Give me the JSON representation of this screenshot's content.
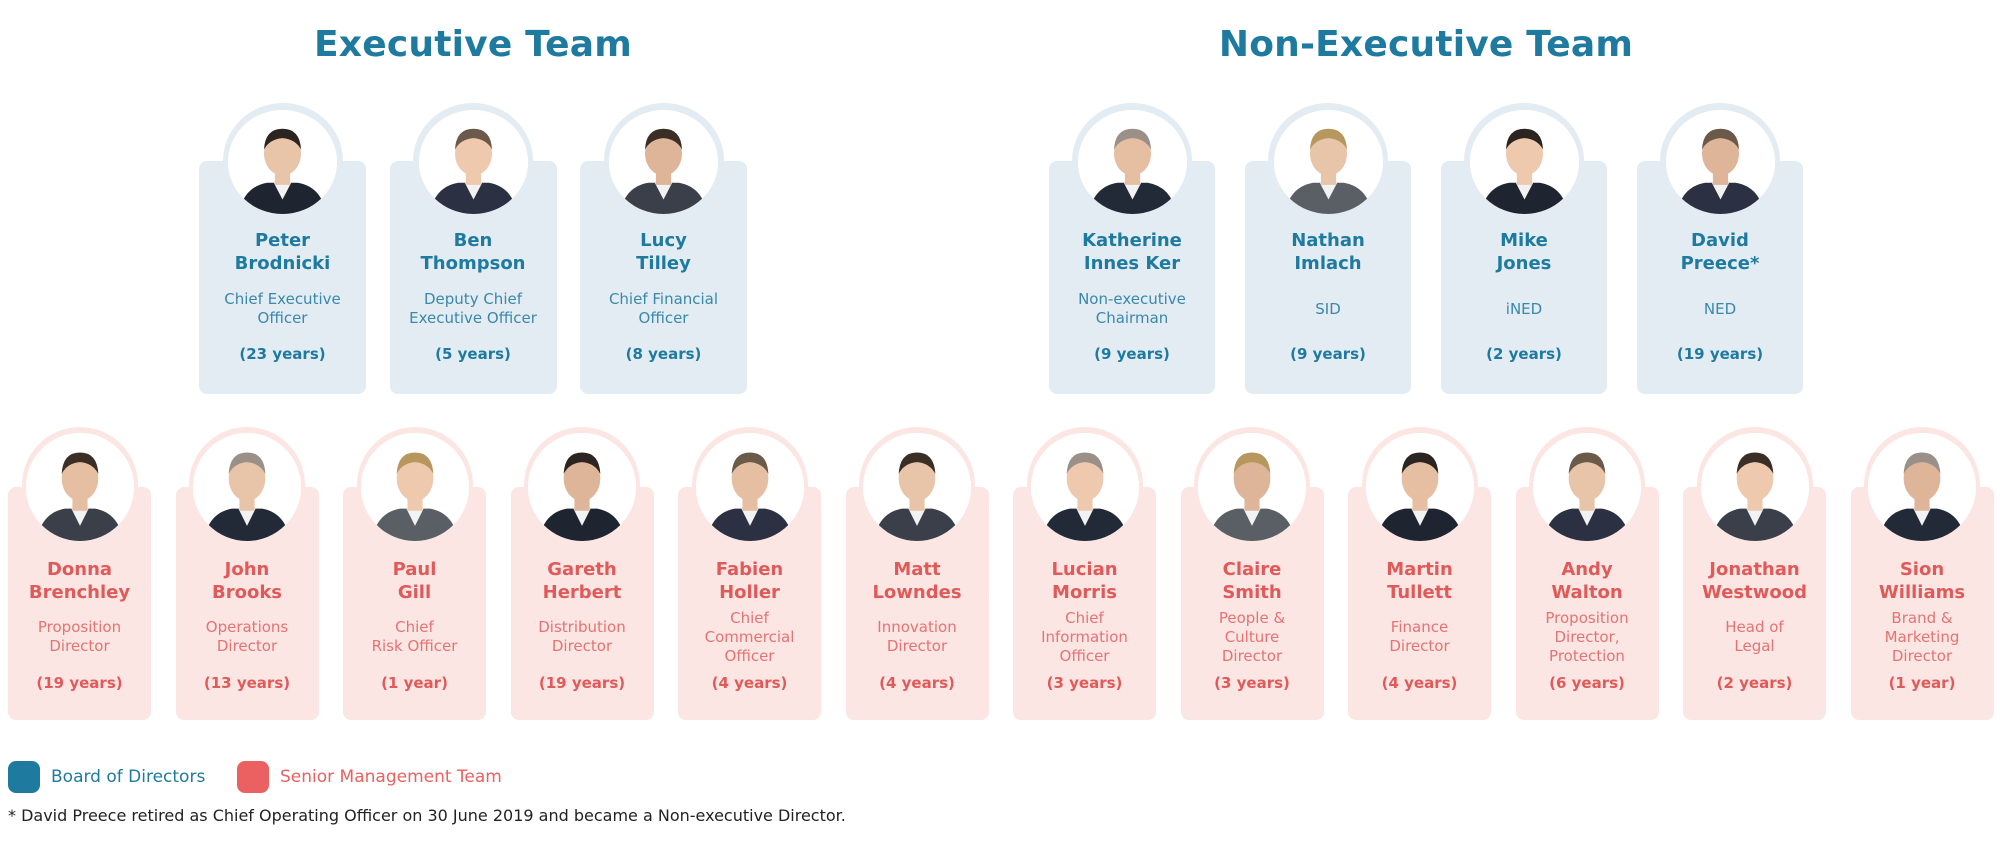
{
  "colors": {
    "board": "#1f7aa0",
    "board_card_bg": "#e2ecf2",
    "smt": "#eb6060",
    "smt_card_bg": "#fce6e3"
  },
  "headings": {
    "executive": "Executive Team",
    "non_executive": "Non-Executive Team"
  },
  "executive_team": [
    {
      "first": "Peter",
      "last": "Brodnicki",
      "role": [
        "Chief Executive",
        "Officer"
      ],
      "tenure": "(23 years)",
      "photo": "photo-man-dark-hair-open-collar"
    },
    {
      "first": "Ben",
      "last": "Thompson",
      "role": [
        "Deputy Chief",
        "Executive Officer"
      ],
      "tenure": "(5 years)",
      "photo": "photo-man-suit-tie"
    },
    {
      "first": "Lucy",
      "last": "Tilley",
      "role": [
        "Chief Financial",
        "Officer"
      ],
      "tenure": "(8 years)",
      "photo": "photo-woman-blonde"
    }
  ],
  "non_executive_team": [
    {
      "first": "Katherine",
      "last": "Innes Ker",
      "role": [
        "Non-executive",
        "Chairman"
      ],
      "tenure": "(9 years)",
      "photo": "photo-woman-curly-hair"
    },
    {
      "first": "Nathan",
      "last": "Imlach",
      "role": [
        "SID"
      ],
      "tenure": "(9 years)",
      "photo": "photo-man-bald-beard"
    },
    {
      "first": "Mike",
      "last": "Jones",
      "role": [
        "iNED"
      ],
      "tenure": "(2 years)",
      "photo": "photo-man-grey-jacket"
    },
    {
      "first": "David",
      "last": "Preece*",
      "role": [
        "NED"
      ],
      "tenure": "(19 years)",
      "photo": "photo-man-glasses"
    }
  ],
  "senior_management_team": [
    {
      "first": "Donna",
      "last": "Brenchley",
      "role": [
        "Proposition",
        "Director"
      ],
      "tenure": "(19 years)"
    },
    {
      "first": "John",
      "last": "Brooks",
      "role": [
        "Operations",
        "Director"
      ],
      "tenure": "(13 years)"
    },
    {
      "first": "Paul",
      "last": "Gill",
      "role": [
        "Chief",
        "Risk Officer"
      ],
      "tenure": "(1 year)"
    },
    {
      "first": "Gareth",
      "last": "Herbert",
      "role": [
        "Distribution",
        "Director"
      ],
      "tenure": "(19 years)"
    },
    {
      "first": "Fabien",
      "last": "Holler",
      "role": [
        "Chief",
        "Commercial",
        "Officer"
      ],
      "tenure": "(4 years)"
    },
    {
      "first": "Matt",
      "last": "Lowndes",
      "role": [
        "Innovation",
        "Director"
      ],
      "tenure": "(4 years)"
    },
    {
      "first": "Lucian",
      "last": "Morris",
      "role": [
        "Chief",
        "Information",
        "Officer"
      ],
      "tenure": "(3 years)"
    },
    {
      "first": "Claire",
      "last": "Smith",
      "role": [
        "People &",
        "Culture",
        "Director"
      ],
      "tenure": "(3 years)"
    },
    {
      "first": "Martin",
      "last": "Tullett",
      "role": [
        "Finance",
        "Director"
      ],
      "tenure": "(4 years)"
    },
    {
      "first": "Andy",
      "last": "Walton",
      "role": [
        "Proposition",
        "Director,",
        "Protection"
      ],
      "tenure": "(6 years)"
    },
    {
      "first": "Jonathan",
      "last": "Westwood",
      "role": [
        "Head of",
        "Legal"
      ],
      "tenure": "(2 years)"
    },
    {
      "first": "Sion",
      "last": "Williams",
      "role": [
        "Brand &",
        "Marketing",
        "Director"
      ],
      "tenure": "(1 year)"
    }
  ],
  "legend": [
    {
      "label": "Board of Directors",
      "color": "#1f7aa0"
    },
    {
      "label": "Senior Management Team",
      "color": "#eb6060"
    }
  ],
  "footnote": "* David Preece retired as Chief Operating Officer on 30 June 2019 and became a Non-executive Director."
}
